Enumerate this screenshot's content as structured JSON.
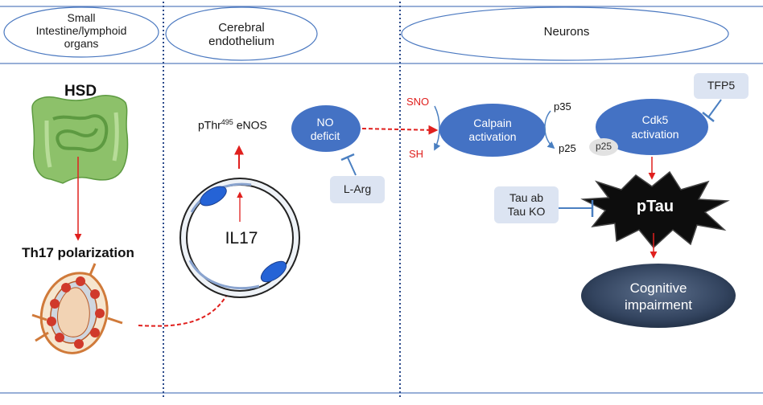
{
  "columns": {
    "left_title": "Small\nIntestine/lymphoid\norgans",
    "middle_title": "Cerebral\nendothelium",
    "right_title": "Neurons"
  },
  "left": {
    "hsd_label": "HSD",
    "th17_label": "Th17 polarization"
  },
  "middle": {
    "enos_prefix": "pThr",
    "enos_sup": "495",
    "enos_suffix": " eNOS",
    "il17_label": "IL17",
    "no_deficit_line1": "NO",
    "no_deficit_line2": "deficit",
    "larg_label": "L-Arg"
  },
  "right": {
    "sno_label": "SNO",
    "sh_label": "SH",
    "calpain_line1": "Calpain",
    "calpain_line2": "activation",
    "p35_label": "p35",
    "p25_label": "p25",
    "cdk5_line1": "Cdk5",
    "cdk5_line2": "activation",
    "p25_badge": "p25",
    "tfp5_label": "TFP5",
    "tau_ab_line1": "Tau ab",
    "tau_ab_line2": "Tau KO",
    "ptau_label": "pTau",
    "cognitive_line1": "Cognitive",
    "cognitive_line2": "impairment"
  },
  "colors": {
    "node_blue": "#4472c4",
    "red_arrow": "#e0201e",
    "inhibit_blue": "#4a7fc1",
    "box_fill": "#dce4f2",
    "gut_green": "#8dc16a",
    "cognitive_dark": "#2d3e58"
  }
}
